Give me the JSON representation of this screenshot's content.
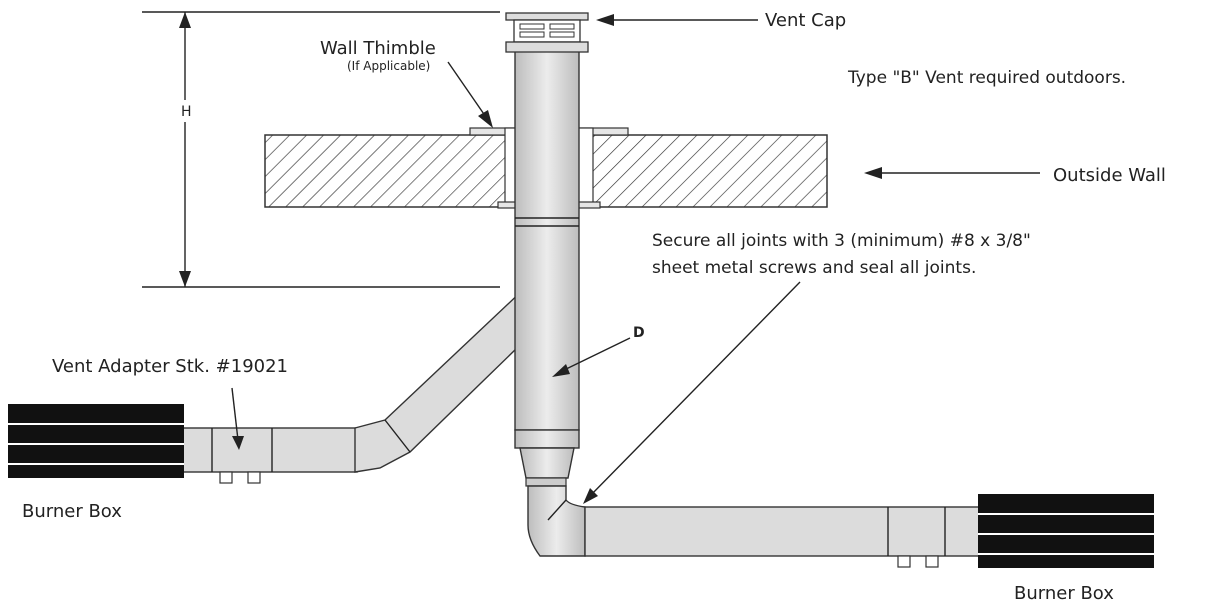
{
  "labels": {
    "vent_cap": "Vent Cap",
    "wall_thimble": "Wall Thimble",
    "if_applicable": "(If Applicable)",
    "type_b_note": "Type \"B\" Vent required outdoors.",
    "outside_wall": "Outside Wall",
    "h": "H",
    "secure_line1": "Secure all joints with 3 (minimum) #8 x 3/8\"",
    "secure_line2": "sheet metal screws and seal all joints.",
    "vent_adapter": "Vent Adapter Stk. #19021",
    "d": "D",
    "burner_box_left": "Burner Box",
    "burner_box_right": "Burner Box"
  },
  "colors": {
    "pipe_fill": "#dcdcdc",
    "burner_box": "#111111",
    "line": "#222222"
  }
}
